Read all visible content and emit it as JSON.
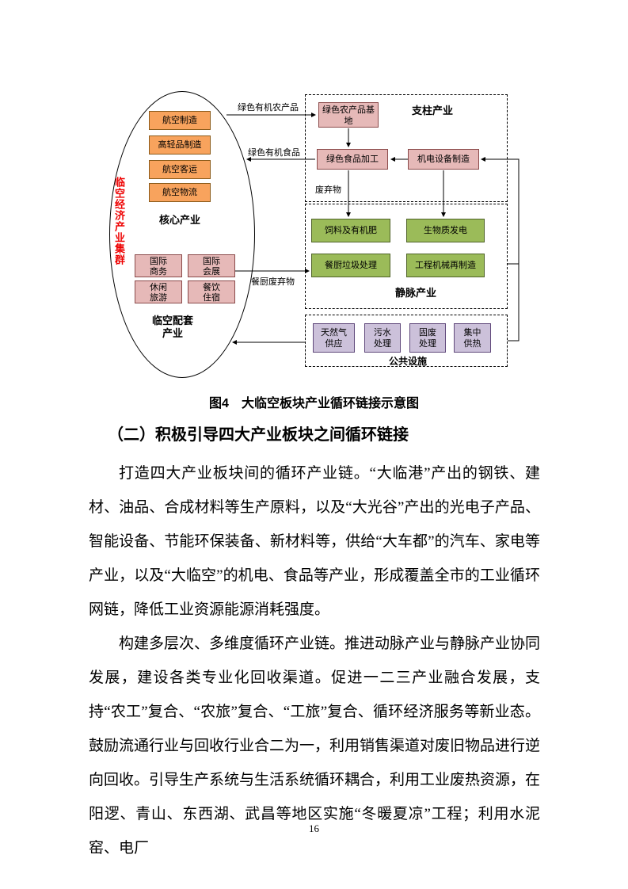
{
  "figure": {
    "caption": "图4　大临空板块产业循环链接示意图",
    "cluster_label": "临空经济产业集群",
    "core": {
      "label": "核心产业",
      "boxes": [
        "航空制造",
        "高轻品制造",
        "航空客运",
        "航空物流"
      ]
    },
    "support": {
      "label": "临空配套\n产业",
      "boxes": [
        "国际\n商务",
        "国际\n会展",
        "休闲\n旅游",
        "餐饮\n住宿"
      ]
    },
    "pillar": {
      "label": "支柱产业",
      "boxes": [
        "绿色农产品基地",
        "绿色食品加工",
        "机电设备制造"
      ]
    },
    "vein": {
      "label": "静脉产业",
      "boxes": [
        "饲料及有机肥",
        "生物质发电",
        "餐厨垃圾处理",
        "工程机械再制造"
      ]
    },
    "public": {
      "label": "公共设施",
      "boxes": [
        "天然气\n供应",
        "污水\n处理",
        "固废\n处理",
        "集中\n供热"
      ]
    },
    "flows": {
      "agri": "绿色有机农产品",
      "food": "绿色有机食品",
      "waste": "废弃物",
      "kitchen": "餐厨废弃物"
    },
    "colors": {
      "core": "#F8A35D",
      "pillar": "#E6B9B8",
      "vein": "#9BBB59",
      "public": "#CCC1DA",
      "cluster_text": "#EE0000"
    }
  },
  "heading": "（二）积极引导四大产业板块之间循环链接",
  "paragraphs": [
    "打造四大产业板块间的循环产业链。“大临港”产出的钢铁、建材、油品、合成材料等生产原料，以及“大光谷”产出的光电子产品、智能设备、节能环保装备、新材料等，供给“大车都”的汽车、家电等产业，以及“大临空”的机电、食品等产业，形成覆盖全市的工业循环网链，降低工业资源能源消耗强度。",
    "构建多层次、多维度循环产业链。推进动脉产业与静脉产业协同发展，建设各类专业化回收渠道。促进一二三产业融合发展，支持“农工”复合、“农旅”复合、“工旅”复合、循环经济服务等新业态。鼓励流通行业与回收行业合二为一，利用销售渠道对废旧物品进行逆向回收。引导生产系统与生活系统循环耦合，利用工业废热资源，在阳逻、青山、东西湖、武昌等地区实施“冬暖夏凉”工程；利用水泥窑、电厂"
  ],
  "page_number": "16"
}
